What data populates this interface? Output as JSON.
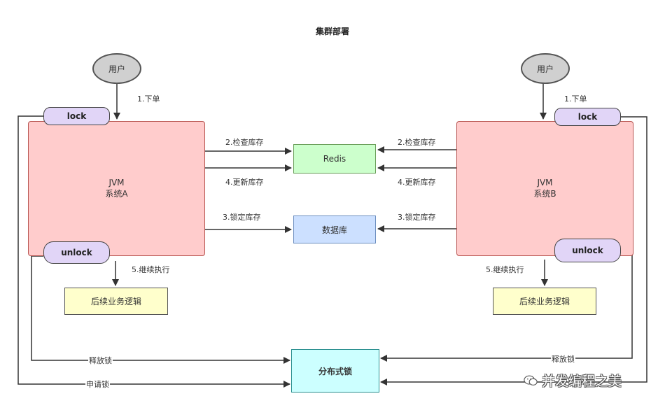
{
  "title": "集群部署",
  "left": {
    "user": "用户",
    "order_label": "1.下单",
    "lock": "lock",
    "jvm_line1": "JVM",
    "jvm_line2": "系统A",
    "unlock": "unlock",
    "check_stock": "2.检查库存",
    "update_stock": "4.更新库存",
    "lock_stock": "3.锁定库存",
    "continue": "5.继续执行",
    "next_logic": "后续业务逻辑",
    "release_lock": "释放锁",
    "apply_lock": "申请锁"
  },
  "right": {
    "user": "用户",
    "order_label": "1.下单",
    "lock": "lock",
    "jvm_line1": "JVM",
    "jvm_line2": "系统B",
    "unlock": "unlock",
    "check_stock": "2.检查库存",
    "update_stock": "4.更新库存",
    "lock_stock": "3.锁定库存",
    "continue": "5.继续执行",
    "next_logic": "后续业务逻辑",
    "release_lock": "释放锁"
  },
  "center": {
    "redis": "Redis",
    "database": "数据库",
    "distributed_lock": "分布式锁"
  },
  "watermark": "并发编程之美",
  "colors": {
    "jvm_fill": "#ffcccc",
    "pill_fill": "#e1d5f7",
    "redis_fill": "#ccffcc",
    "db_fill": "#cce0ff",
    "next_fill": "#ffffcc",
    "dlock_fill": "#ccffff",
    "user_fill": "#d0d0d0"
  }
}
